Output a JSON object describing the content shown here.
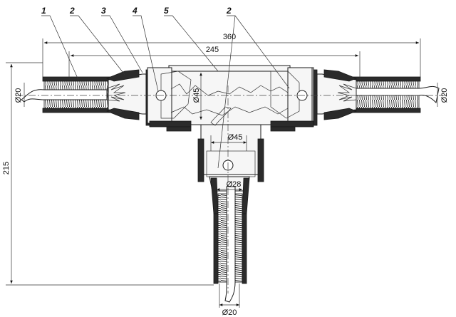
{
  "callouts": [
    {
      "id": "c1",
      "text": "1"
    },
    {
      "id": "c2a",
      "text": "2"
    },
    {
      "id": "c3",
      "text": "3"
    },
    {
      "id": "c4",
      "text": "4"
    },
    {
      "id": "c5",
      "text": "5"
    },
    {
      "id": "c2b",
      "text": "2"
    }
  ],
  "dimensions": {
    "overall_length": "360",
    "body_length": "245",
    "height": "215",
    "left_cable_diameter": "Ø20",
    "right_cable_diameter": "Ø20",
    "bottom_cable_diameter": "Ø20",
    "main_bore_diameter": "Ø45",
    "branch_bore_diameter": "Ø45",
    "branch_neck_diameter": "Ø28"
  },
  "colors": {
    "line": "#1a1a1a",
    "fill_dark": "#2b2b2b",
    "fill_body": "#f6f6f6"
  }
}
